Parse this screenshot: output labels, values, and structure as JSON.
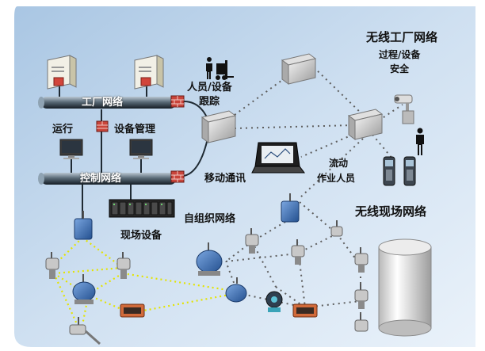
{
  "labels": {
    "factory_network": "工厂网络",
    "control_network": "控制网络",
    "operation": "运行",
    "device_management": "设备管理",
    "personnel_tracking_line1": "人员/设备",
    "personnel_tracking_line2": "跟踪",
    "mobile_comm": "移动通讯",
    "field_devices": "现场设备",
    "self_org_network": "自组织网络",
    "wireless_factory_network": "无线工厂网络",
    "process_equipment": "过程/设备",
    "safety": "安全",
    "mobile_workers_line1": "流动",
    "mobile_workers_line2": "作业人员",
    "wireless_field_network": "无线现场网络"
  },
  "colors": {
    "background_panel": "#c3d9ee",
    "pipe_dark": "#1f2a33",
    "pipe_light": "#8fa3b3",
    "wireless_link": "#606060",
    "mesh_link": "#e6e600",
    "device_blue": "#3f72b8",
    "firewall_red": "#c8443a"
  }
}
